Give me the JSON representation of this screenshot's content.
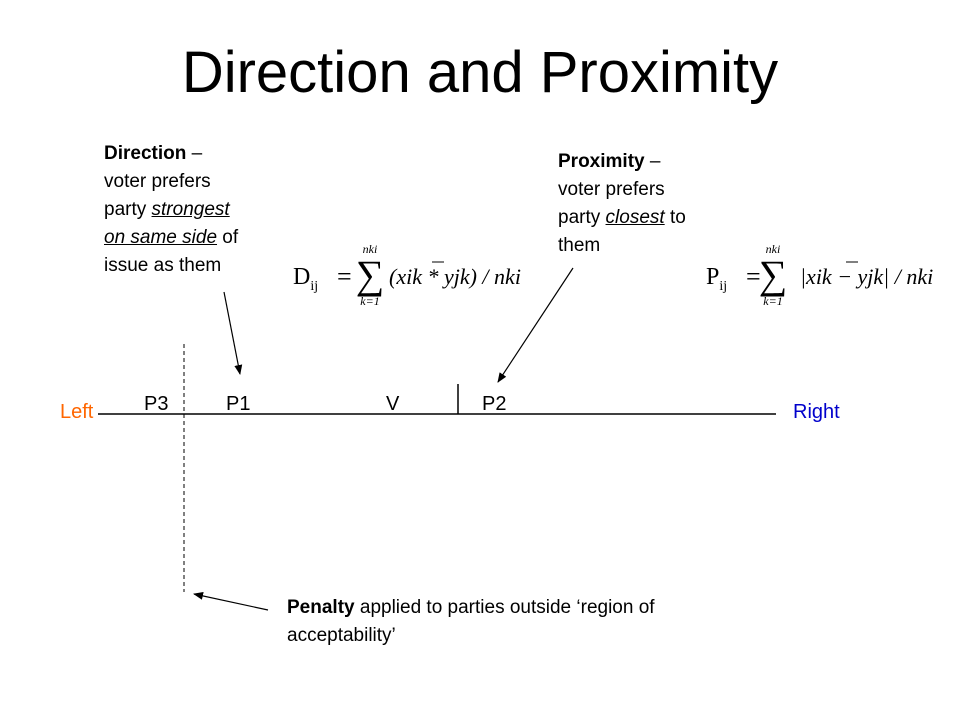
{
  "title": "Direction and Proximity",
  "direction_note": {
    "term": "Direction",
    "dash": " –",
    "line2": "voter prefers",
    "line3_pre": "party ",
    "line3_em": "strongest",
    "line4_em": "on same side",
    "line4_post": " of",
    "line5": "issue as them"
  },
  "proximity_note": {
    "term": "Proximity",
    "dash": " –",
    "line2": "voter prefers",
    "line3_pre": "party ",
    "line3_em": "closest",
    "line3_post": " to",
    "line4": "them"
  },
  "penalty_note": {
    "term": "Penalty",
    "line1_post": " applied to parties outside ‘region of",
    "line2": "acceptability’"
  },
  "axis": {
    "left_label": "Left",
    "right_label": "Right",
    "left_color": "#ff6600",
    "right_color": "#0000cc",
    "points": [
      "P3",
      "P1",
      "V",
      "P2"
    ]
  },
  "formula_direction": {
    "lhs": "D",
    "lhs_sub": "ij",
    "eq": "=",
    "sum_top": "nki",
    "sum_bottom": "k=1",
    "sigma": "∑",
    "body": "(xik * yjk) / nki"
  },
  "formula_proximity": {
    "lhs": "P",
    "lhs_sub": "ij",
    "eq": "=",
    "sum_top": "nki",
    "sum_bottom": "k=1",
    "sigma": "∑",
    "body": "|xik − yjk| / nki"
  }
}
